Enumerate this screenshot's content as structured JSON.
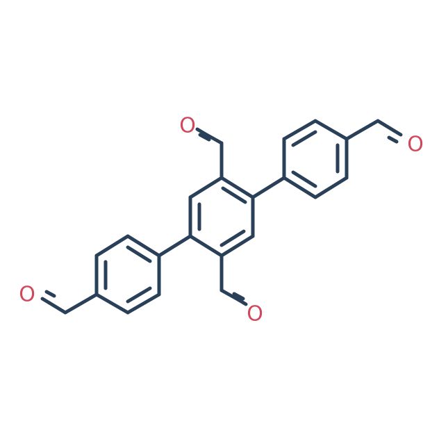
{
  "molecule": {
    "atom_labels": [
      {
        "id": "o-top-center",
        "text": "O"
      },
      {
        "id": "o-top-right",
        "text": "O"
      },
      {
        "id": "o-bottom-left",
        "text": "O"
      },
      {
        "id": "o-bottom-center",
        "text": "O"
      }
    ],
    "colors": {
      "bond": "#2a3f58",
      "oxygen": "#d1475b"
    }
  }
}
